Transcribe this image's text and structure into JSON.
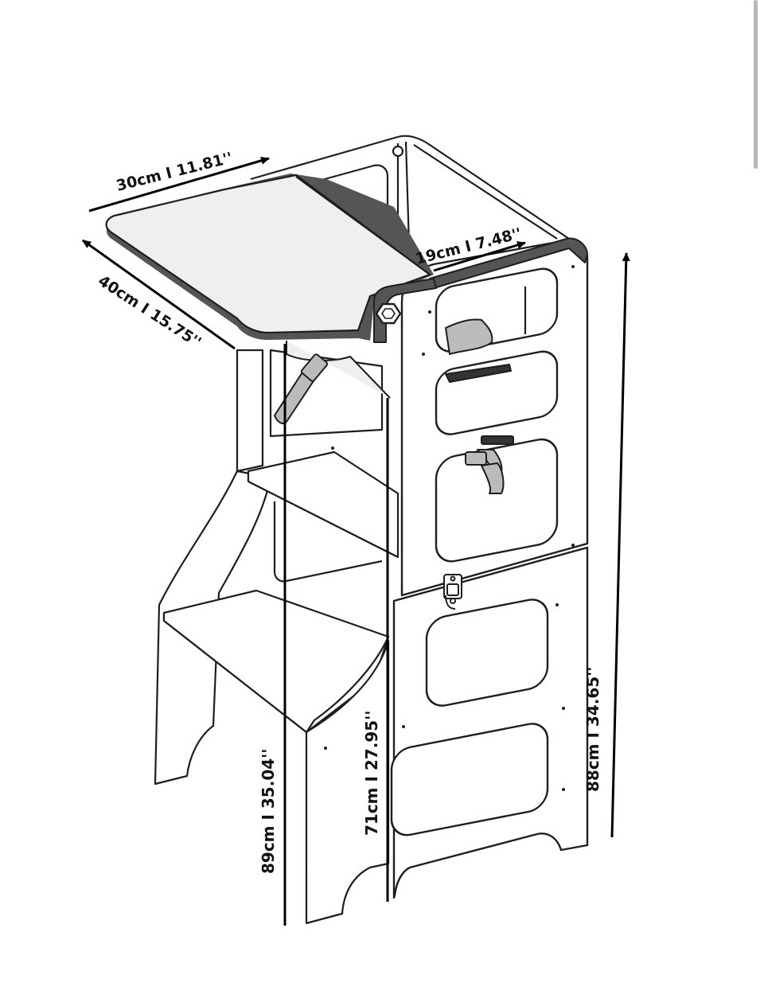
{
  "image": {
    "subject": "learning tower / convertible kitchen helper stool with table top",
    "colors": {
      "outline": "#1e1e1e",
      "panel_fill": "#ffffff",
      "tabletop_fill": "#eef0ef",
      "edge_band": "#555555",
      "strap_fill": "#b9bcbb",
      "dimension_line": "#000000",
      "scrollbar": "#b7b7b7"
    }
  },
  "dimensions": {
    "table_depth": "30cm I 11.81''",
    "table_width": "40cm I 15.75''",
    "inner_width": "19cm I 7.48''",
    "table_height": "89cm I 35.04''",
    "seat_height": "71cm I 27.95''",
    "total_height": "88cm I 34.65''"
  },
  "icons": [
    "hexagon-bolt-icon",
    "latch-hook-icon",
    "strap-buckle-icon"
  ]
}
